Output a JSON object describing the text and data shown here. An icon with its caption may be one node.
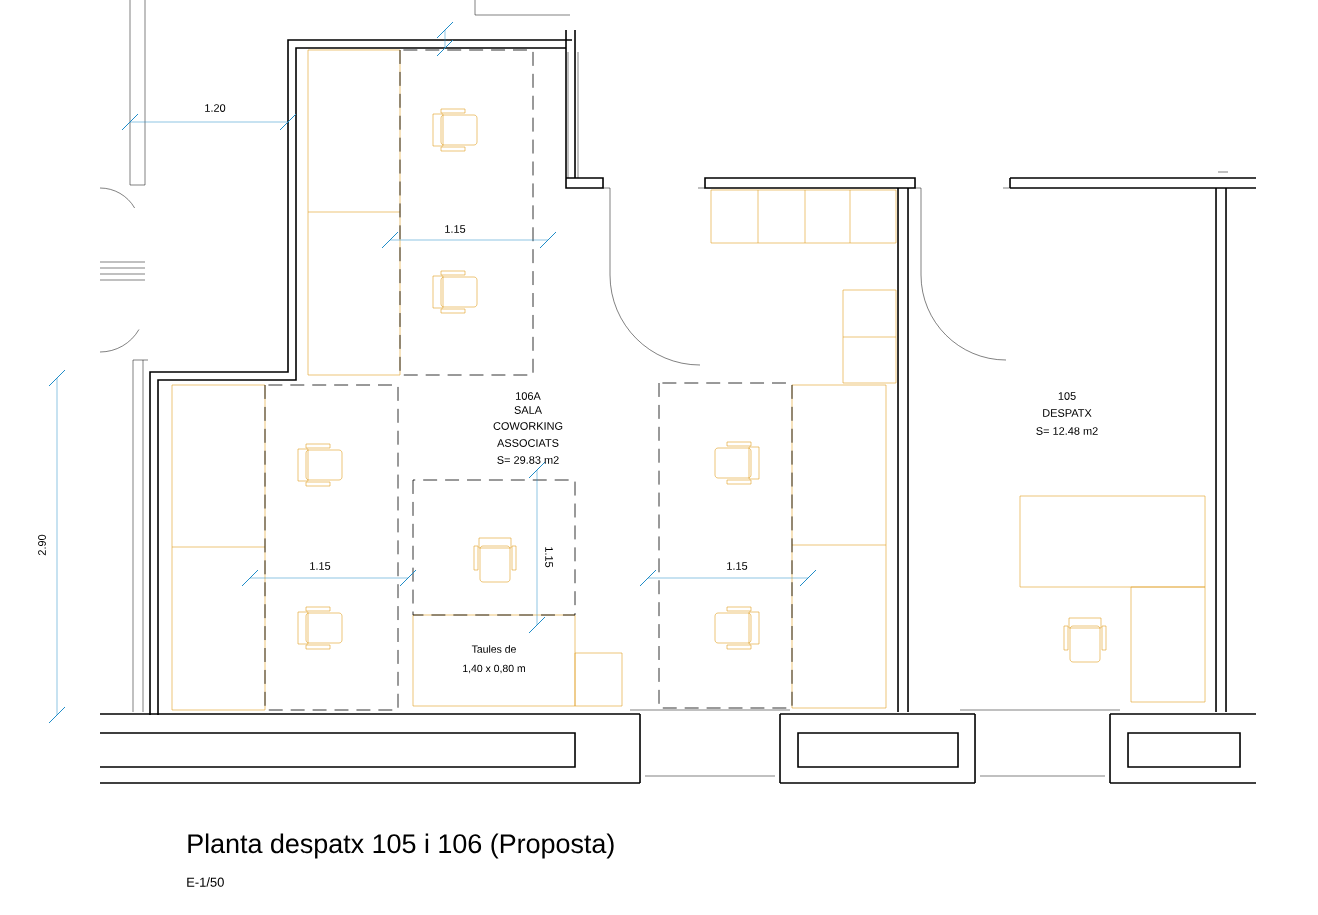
{
  "diagram": {
    "title": "Planta despatx 105 i 106 (Proposta)",
    "caption": "E-1/50",
    "labels": [
      "1.20",
      "1.15",
      "2.90",
      "106A",
      "SALA",
      "COWORKING",
      "ASSOCIATS",
      "S= 29.83 m2",
      "105",
      "DESPATX",
      "S= 12.48 m2",
      "1.15",
      "1.15",
      "1.15",
      "Taules de",
      "1,40 x 0,80 m"
    ]
  }
}
